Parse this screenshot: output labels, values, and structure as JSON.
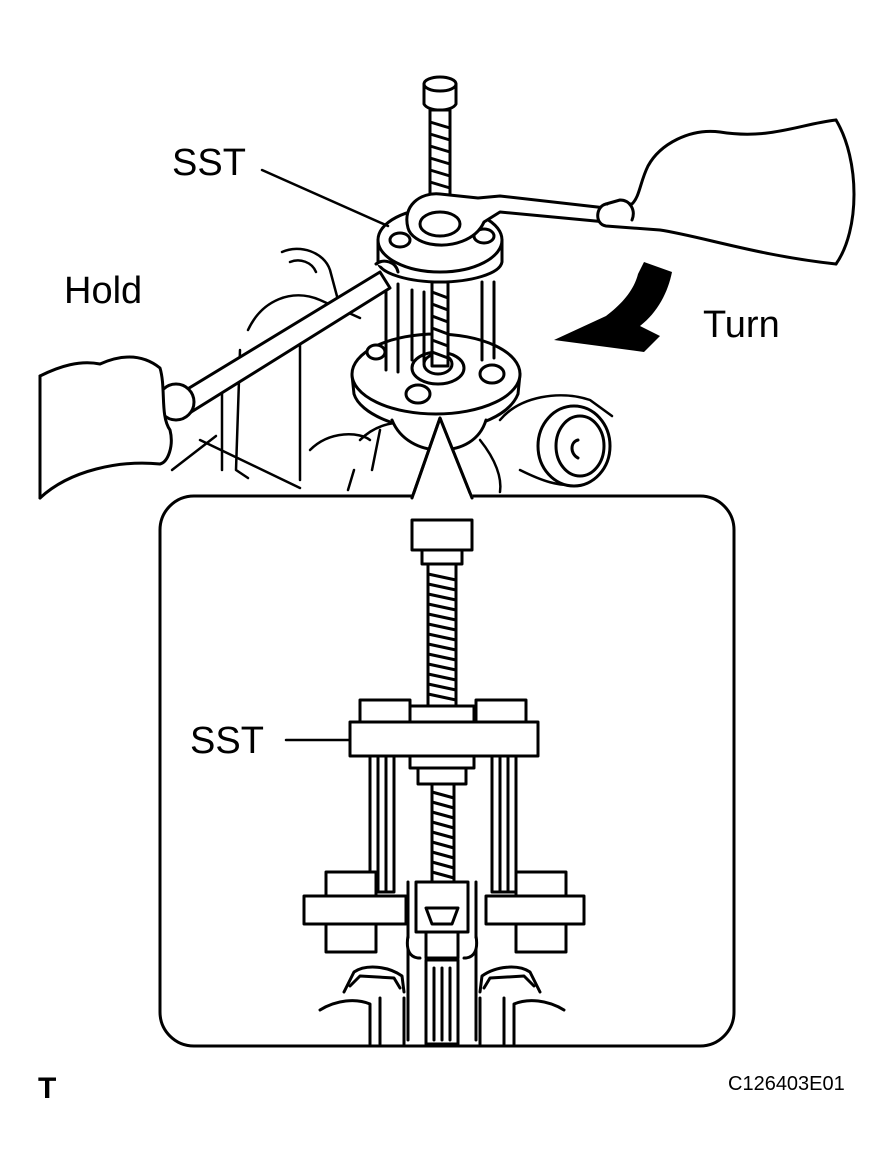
{
  "labels": {
    "sst_top": "SST",
    "hold": "Hold",
    "turn": "Turn",
    "sst_inset": "SST",
    "corner_mark": "T",
    "figure_code": "C126403E01"
  },
  "colors": {
    "line": "#000000",
    "background": "#ffffff"
  },
  "icons": {
    "rotation": "curved-arrow-icon"
  }
}
